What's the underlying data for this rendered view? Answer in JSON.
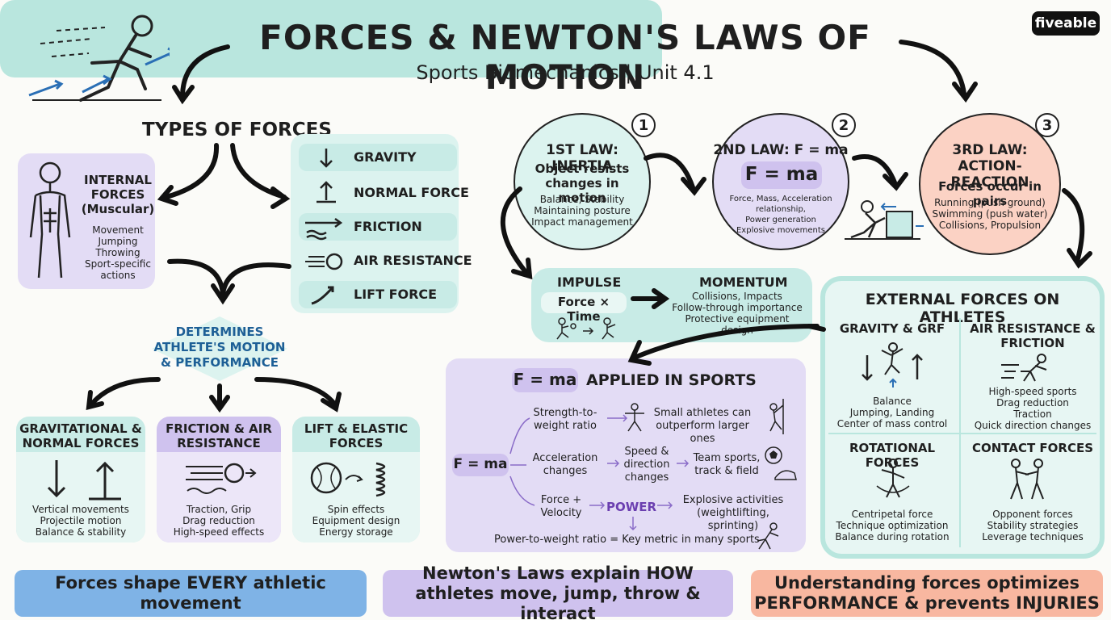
{
  "header": {
    "title": "FORCES & NEWTON'S LAWS OF MOTION",
    "subtitle": "Sports Biomechanics | Unit 4.1",
    "logo": "fiveable"
  },
  "types_of_forces": {
    "heading": "TYPES OF FORCES",
    "internal": {
      "title": "INTERNAL FORCES (Muscular)",
      "items": [
        "Movement",
        "Jumping",
        "Throwing",
        "Sport-specific actions"
      ]
    },
    "external_list": [
      "GRAVITY",
      "NORMAL FORCE",
      "FRICTION",
      "AIR RESISTANCE",
      "LIFT FORCE"
    ]
  },
  "determines": "DETERMINES ATHLETE'S MOTION & PERFORMANCE",
  "categories": [
    {
      "title": "GRAVITATIONAL & NORMAL FORCES",
      "items": [
        "Vertical movements",
        "Projectile motion",
        "Balance & stability"
      ]
    },
    {
      "title": "FRICTION & AIR RESISTANCE",
      "items": [
        "Traction, Grip",
        "Drag reduction",
        "High-speed effects"
      ]
    },
    {
      "title": "LIFT & ELASTIC FORCES",
      "items": [
        "Spin effects",
        "Equipment design",
        "Energy storage"
      ]
    }
  ],
  "laws": [
    {
      "num": "1",
      "title": "1ST LAW: INERTIA",
      "subtitle": "Object resists changes in motion",
      "items": [
        "Balance, Stability",
        "Maintaining posture",
        "Impact management"
      ]
    },
    {
      "num": "2",
      "title": "2ND LAW: F = ma",
      "formula": "F = ma",
      "items": [
        "Force, Mass, Acceleration relationship,",
        "Power generation",
        "Explosive movements"
      ]
    },
    {
      "num": "3",
      "title": "3RD LAW: ACTION-REACTION",
      "subtitle": "Forces occur in pairs",
      "items": [
        "Running (push ground)",
        "Swimming (push water)",
        "Collisions, Propulsion"
      ]
    }
  ],
  "impulse": {
    "title": "IMPULSE",
    "formula": "Force × Time",
    "momentum_title": "MOMENTUM",
    "momentum_items": [
      "Collisions, Impacts",
      "Follow-through importance",
      "Protective equipment design"
    ]
  },
  "fma_sports": {
    "badge": "F = ma",
    "title": "APPLIED IN SPORTS",
    "root": "F = ma",
    "rows": [
      {
        "a": "Strength-to-weight ratio",
        "b": "Small athletes can outperform larger ones"
      },
      {
        "a": "Acceleration changes",
        "mid": "Speed & direction changes",
        "b": "Team sports, track & field"
      },
      {
        "a": "Force + Velocity",
        "mid": "POWER",
        "b": "Explosive activities (weightlifting, sprinting)"
      }
    ],
    "footer": "Power-to-weight ratio = Key metric in many sports"
  },
  "external_forces": {
    "title": "EXTERNAL FORCES ON ATHLETES",
    "quads": [
      {
        "title": "GRAVITY & GRF",
        "items": [
          "Balance",
          "Jumping, Landing",
          "Center of mass control"
        ]
      },
      {
        "title": "AIR RESISTANCE & FRICTION",
        "items": [
          "High-speed sports",
          "Drag reduction",
          "Traction",
          "Quick direction changes"
        ]
      },
      {
        "title": "ROTATIONAL FORCES",
        "items": [
          "Centripetal force",
          "Technique optimization",
          "Balance during rotation"
        ]
      },
      {
        "title": "CONTACT FORCES",
        "items": [
          "Opponent forces",
          "Stability strategies",
          "Leverage techniques"
        ]
      }
    ]
  },
  "bottom": [
    {
      "text": "Forces shape EVERY athletic movement"
    },
    {
      "text": "Newton's Laws explain HOW athletes move, jump, throw & interact"
    },
    {
      "text": "Understanding forces optimizes PERFORMANCE & prevents INJURIES"
    }
  ],
  "colors": {
    "teal": "#c8ebe6",
    "purple": "#e3dcf5",
    "pink": "#fbd2c4",
    "blue": "#7fb3e6",
    "accent_blue": "#2a6fb5"
  }
}
